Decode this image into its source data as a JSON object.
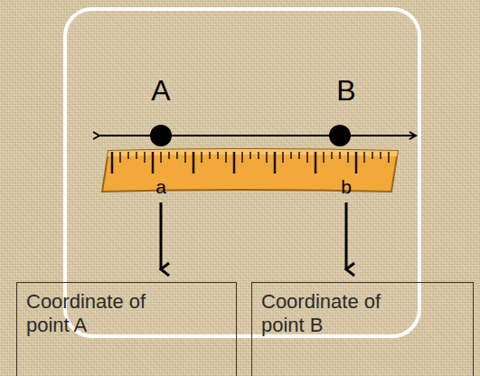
{
  "diagram": {
    "nodes": [
      {
        "text": [
          "Coordinate of point A"
        ]
      },
      {
        "text": [
          "Coordinate of point B"
        ]
      }
    ],
    "labels": [
      "A",
      "B",
      "a",
      "b"
    ]
  }
}
